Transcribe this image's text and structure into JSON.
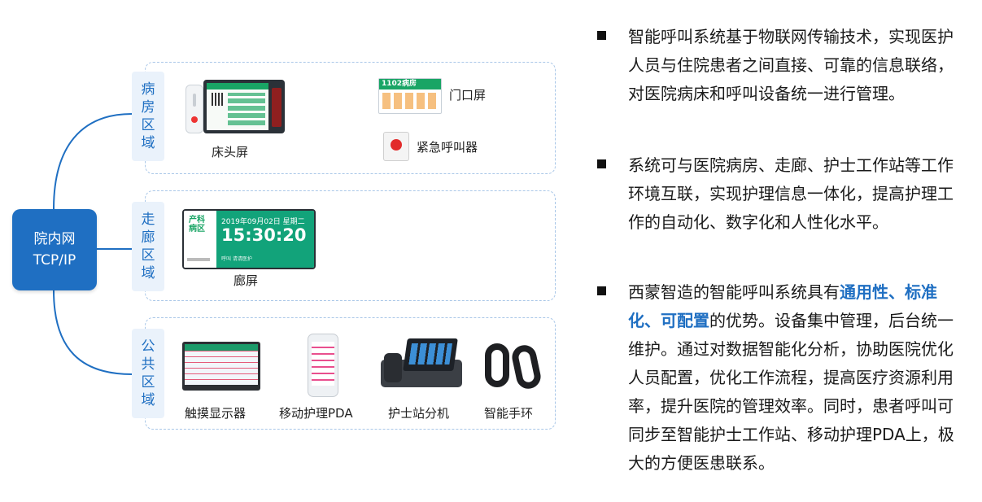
{
  "hub": {
    "line1": "院内网",
    "line2": "TCP/IP"
  },
  "zones": {
    "ward": {
      "tab": [
        "病",
        "房",
        "区",
        "域"
      ]
    },
    "corridor": {
      "tab": [
        "走",
        "廊",
        "区",
        "域"
      ]
    },
    "public": {
      "tab": [
        "公",
        "共",
        "区",
        "域"
      ]
    }
  },
  "devices": {
    "bedside_screen": "床头屏",
    "door_screen": "门口屏",
    "door_screen_room": "1102病房",
    "emergency_caller": "紧急呼叫器",
    "corridor_screen": "廊屏",
    "corridor_display": {
      "dept_line1": "产科",
      "dept_line2": "病区",
      "date": "2019年09月02日 星期二",
      "time": "15:30:20",
      "note": "呼叫 请请医护"
    },
    "touch_display": "触摸显示器",
    "mobile_pda": "移动护理PDA",
    "nurse_station": "护士站分机",
    "smart_band": "智能手环"
  },
  "bullets": [
    {
      "text": "智能呼叫系统基于物联网传输技术，实现医护人员与住院患者之间直接、可靠的信息联络，对医院病床和呼叫设备统一进行管理。"
    },
    {
      "text": "系统可与医院病房、走廊、护士工作站等工作环境互联，实现护理信息一体化，提高护理工作的自动化、数字化和人性化水平。"
    },
    {
      "pre": "西蒙智造的智能呼叫系统具有",
      "highlight": "通用性、标准化、可配置",
      "post": "的优势。设备集中管理，后台统一维护。通过对数据智能化分析，协助医院优化人员配置，优化工作流程，提高医疗资源利用率，提升医院的管理效率。同时，患者呼叫可同步至智能护士工作站、移动护理PDA上，极大的方便医患联系。"
    }
  ],
  "colors": {
    "hub": "#1f6fc2",
    "accent": "#1f6fc2",
    "zone_border": "#a9c7e8",
    "zone_tab": "#eaf2fb",
    "screen_green": "#19a565"
  }
}
